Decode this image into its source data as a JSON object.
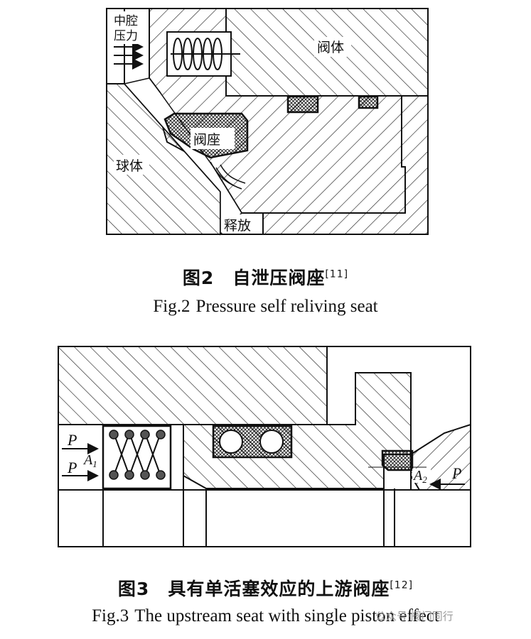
{
  "figure2": {
    "labels": {
      "cavity_pressure_line1": "中腔",
      "cavity_pressure_line2": "压力",
      "valve_body": "阀体",
      "valve_seat": "阀座",
      "ball": "球体",
      "release": "释放"
    },
    "caption_cn": {
      "prefix": "图2",
      "title": "自泄压阀座",
      "ref": "[11]"
    },
    "caption_en": {
      "prefix": "Fig.2",
      "title": "Pressure self reliving seat"
    }
  },
  "figure3": {
    "labels": {
      "p_top": "P",
      "p_bottom": "P",
      "a1": "A",
      "a1_sub": "1",
      "a2": "A",
      "a2_sub": "2",
      "p_right": "P"
    },
    "caption_cn": {
      "prefix": "图3",
      "title": "具有单活塞效应的上游阀座",
      "ref": "[12]"
    },
    "caption_en": {
      "prefix": "Fig.3",
      "title": "The upstream seat with single piston effect"
    }
  },
  "watermark": "公众号·阀门同行"
}
